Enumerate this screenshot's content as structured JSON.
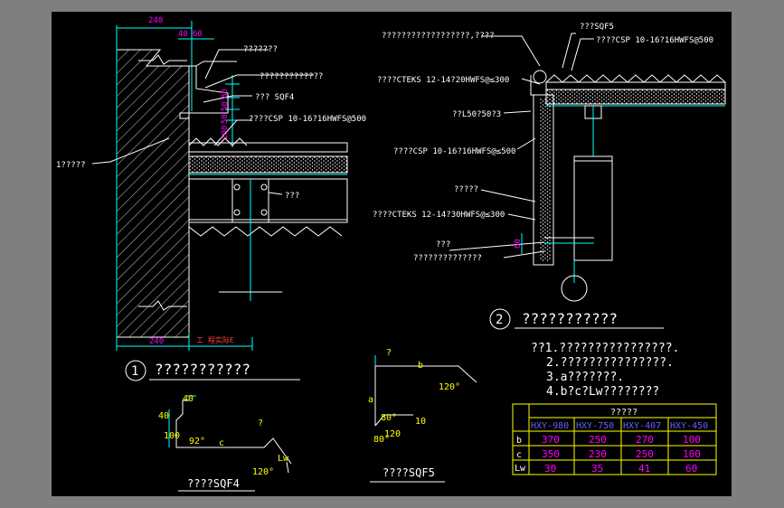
{
  "colors": {
    "bg": "#000000",
    "frame": "#7f7f7f",
    "white": "#ffffff",
    "cyan": "#00ffff",
    "magenta": "#ff00ff",
    "yellow": "#ffff00",
    "green": "#00ff00",
    "blue": "#6060ff"
  },
  "detail1": {
    "dims": {
      "top_240": "240",
      "top_40": "40",
      "top_60": "60",
      "bottom_240": "240",
      "d80": "80",
      "d50a": "50",
      "d50b": "50",
      "d100": "100"
    },
    "red_note": "工 程实际E",
    "labels": {
      "l1": "???????",
      "l2": "?????????????",
      "l3": "??? SQF4",
      "l4": "????CSP 10-16?16HWFS@500",
      "l5": "???",
      "l6": "1?????"
    },
    "circle": "1",
    "title": "???????????"
  },
  "detail2": {
    "labels": {
      "a": "??????????????????,????",
      "b": "???SQF5",
      "c": "????CSP 10-16?16HWFS@500",
      "d": "????CTEKS 12-14?20HWFS@≤300",
      "e": "??L50?50?3",
      "f": "????CSP 10-16?16HWFS@≤500",
      "g": "?????",
      "h": "????CTEKS 12-14?30HWFS@≤300",
      "i": "???",
      "j": "??????????????",
      "k": "60"
    },
    "circle": "2",
    "title": "???????????"
  },
  "notes": {
    "n1": "??1.????????????????.",
    "n2": "2.???????????????.",
    "n3": "3.a???????.",
    "n4": "4.b?c?Lw????????"
  },
  "sqf4": {
    "d40a": "40",
    "d40b": "40",
    "d100": "100",
    "a92": "92°",
    "c": "c",
    "q": "?",
    "lw": "Lw",
    "a120": "120°",
    "title": "????SQF4"
  },
  "sqf5": {
    "q": "?",
    "b": "b",
    "a": "a",
    "a120a": "120°",
    "a80a": "80°",
    "d10": "10",
    "a80b": "80°",
    "a120b": "120",
    "title": "????SQF5"
  },
  "table": {
    "header": "?????",
    "cols": [
      "HXY-980",
      "HXY-750",
      "HXY-407",
      "HXY-450"
    ],
    "rows": [
      {
        "k": "b",
        "v": [
          "370",
          "250",
          "270",
          "100"
        ]
      },
      {
        "k": "c",
        "v": [
          "350",
          "230",
          "250",
          "100"
        ]
      },
      {
        "k": "Lw",
        "v": [
          "30",
          "35",
          "41",
          "60"
        ]
      }
    ]
  }
}
